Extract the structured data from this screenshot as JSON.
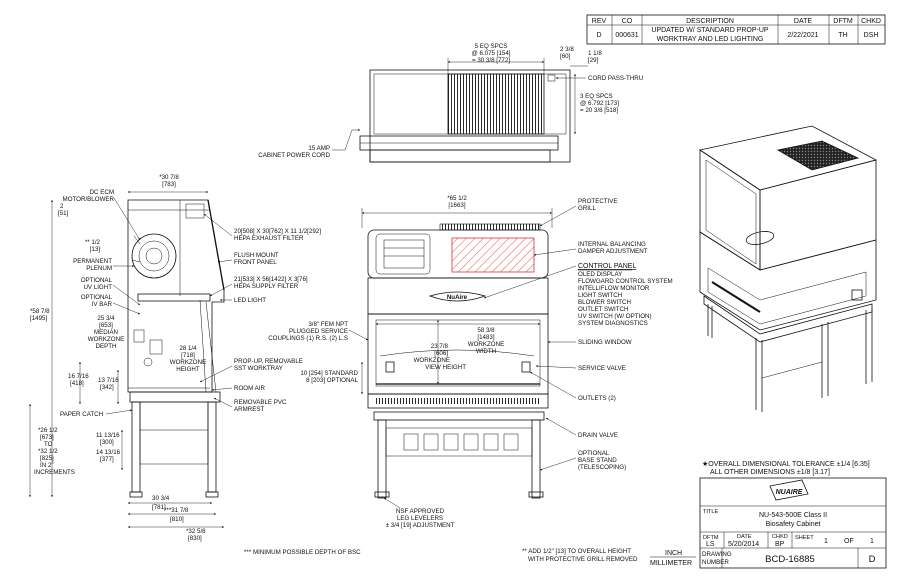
{
  "revision_block": {
    "headers": [
      "REV",
      "CO",
      "DESCRIPTION",
      "DATE",
      "DFTM",
      "CHKD"
    ],
    "row": {
      "rev": "D",
      "co": "000631",
      "description": [
        "UPDATED W/ STANDARD PROP-UP",
        "WORKTRAY AND LED LIGHTING"
      ],
      "date": "2/22/2021",
      "dftm": "TH",
      "chkd": "DSH"
    }
  },
  "top_view": {
    "spcs_5": [
      "5 EQ SPCS",
      "@ 6.075 [154]",
      "= 30 3/8 [772]"
    ],
    "dim_2_3_8": [
      "2 3/8",
      "[60]"
    ],
    "dim_1_1_8": [
      "1 1/8",
      "[29]"
    ],
    "cord_pass_thru": "CORD PASS-THRU",
    "spcs_3": [
      "3 EQ SPCS",
      "@ 6.792 [173]",
      "= 20 3/8 [518]"
    ],
    "power_cord": [
      "15 AMP",
      "CABINET POWER CORD"
    ]
  },
  "side_view": {
    "motor": [
      "DC ECM",
      "MOTOR/BLOWER"
    ],
    "dim_2": [
      "2",
      "[51]"
    ],
    "dim_30_7_8": [
      "*30 7/8",
      "[783]"
    ],
    "dim_1_2": [
      "** 1/2",
      "[13]"
    ],
    "permanent_plenum": [
      "PERMANENT",
      "PLENUM"
    ],
    "optional_uv": [
      "OPTIONAL",
      "UV LIGHT"
    ],
    "optional_iv": [
      "OPTIONAL",
      "IV BAR"
    ],
    "dim_58_7_8": [
      "*58 7/8",
      "[1495]"
    ],
    "median_depth": [
      "25 3/4",
      "[653]",
      "MEDIAN",
      "WORKZONE",
      "DEPTH"
    ],
    "workzone_height": [
      "28 1/4",
      "[718]",
      "WORKZONE",
      "HEIGHT"
    ],
    "dim_16_7_16": [
      "16 7/16",
      "[418]"
    ],
    "dim_13_7_16": [
      "13 7/16",
      "[342]"
    ],
    "paper_catch": "PAPER CATCH",
    "dim_26_1_2": [
      "*26 1/2",
      "[673]",
      "TO",
      "*32 1/2",
      "[825]",
      "IN 2\"",
      "INCREMENTS"
    ],
    "dim_11_13_16": [
      "11 13/16",
      "[300]"
    ],
    "dim_14_13_16": [
      "14 13/16",
      "[377]"
    ],
    "dim_30_3_4": [
      "30 3/4",
      "[781]"
    ],
    "dim_31_7_8": [
      "***31 7/8",
      "[810]"
    ],
    "dim_32_5_8": [
      "*32 5/8",
      "[830]"
    ],
    "min_depth_note": "*** MINIMUM POSSIBLE DEPTH OF BSC"
  },
  "side_callouts": {
    "hepa_exhaust": [
      "20[508] X 30[762] X 11 1/2[292]",
      "HEPA EXHAUST FILTER"
    ],
    "flush_mount": [
      "FLUSH MOUNT",
      "FRONT PANEL"
    ],
    "hepa_supply": [
      "21[533] X 56[1422] X 3[76]",
      "HEPA SUPPLY FILTER"
    ],
    "led_light": "LED LIGHT",
    "prop_up": [
      "PROP-UP, REMOVABLE",
      "SST WORKTRAY"
    ],
    "room_air": "ROOM AIR",
    "armrest": [
      "REMOVABLE PVC",
      "ARMREST"
    ]
  },
  "front_view": {
    "dim_65_1_2": [
      "*65 1/2",
      "[1663]"
    ],
    "fem_npt": [
      "3/8\" FEM NPT",
      "PLUGGED SERVICE",
      "COUPLINGS (1) R.S. (2) L.S"
    ],
    "dim_58_3_8": [
      "58 3/8",
      "[1483]",
      "WORKZONE",
      "WIDTH"
    ],
    "dim_23_7_8": [
      "23 7/8",
      "[606]",
      "WORKZONE",
      "VIEW HEIGHT"
    ],
    "opening": [
      "10 [254] STANDARD",
      "8 [203] OPTIONAL"
    ],
    "leg_levelers": [
      "NSF APPROVED",
      "LEG LEVELERS",
      "± 3/4 [19] ADJUSTMENT"
    ],
    "add_note": [
      "** ADD 1/2\" [13] TO OVERALL HEIGHT",
      "WITH PROTECTIVE GRILL REMOVED"
    ]
  },
  "front_callouts": {
    "protective_grill": [
      "PROTECTIVE",
      "GRILL"
    ],
    "balancing_damper": [
      "INTERNAL BALANCING",
      "DAMPER ADJUSTMENT"
    ],
    "control_panel": "CONTROL PANEL",
    "control_panel_items": [
      "OLED DISPLAY",
      "FLOWGARD CONTROL SYSTEM",
      "INTELLIFLOW MONITOR",
      "LIGHT SWITCH",
      "BLOWER SWITCH",
      "OUTLET SWITCH",
      "UV SWITCH (W/ OPTION)",
      "SYSTEM DIAGNOSTICS"
    ],
    "sliding_window": "SLIDING WINDOW",
    "service_valve": "SERVICE VALVE",
    "outlets": "OUTLETS (2)",
    "drain_valve": "DRAIN VALVE",
    "base_stand": [
      "OPTIONAL",
      "BASE STAND",
      "(TELESCOPING)"
    ]
  },
  "brand_mark": "NuAire",
  "tolerance": [
    "★OVERALL DIMENSIONAL TOLERANCE ±1/4 [6.35]",
    "ALL OTHER DIMENSIONS ±1/8 [3.17]"
  ],
  "units": [
    "INCH",
    "MILLIMETER"
  ],
  "title_block": {
    "logo": "NUAIRE",
    "title_label": "TITLE",
    "title_lines": [
      "NU-543-500E Class II",
      "Biosafety Cabinet"
    ],
    "dftm_label": "DFTM",
    "dftm": "LS",
    "date_label": "DATE",
    "date": "5/20/2014",
    "chkd_label": "CHKD",
    "chkd": "BP",
    "sheet_label": "SHEET",
    "sheet": "1",
    "of_label": "OF",
    "sheet_total": "1",
    "drawing_number_label": [
      "DRAWING",
      "NUMBER"
    ],
    "drawing_number": "BCD-16885",
    "rev": "D"
  }
}
